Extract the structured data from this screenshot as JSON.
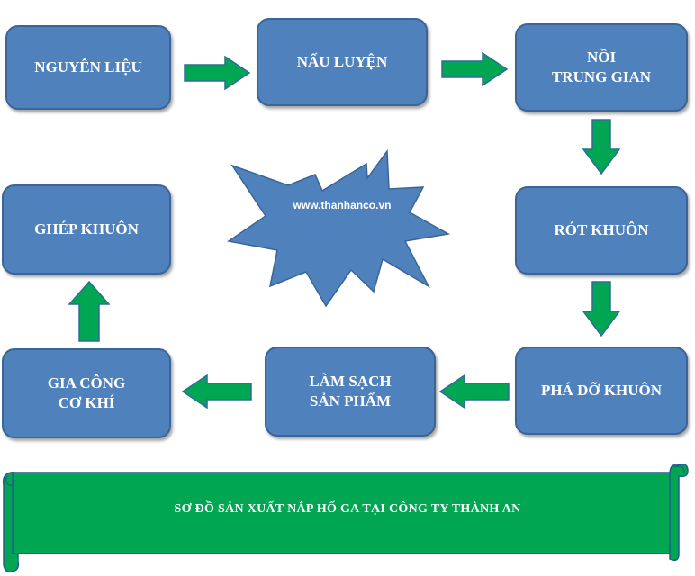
{
  "steps": {
    "nguyen_lieu": "NGUYÊN LIỆU",
    "nau_luyen": "NẤU LUYỆN",
    "noi_line1": "NỒI",
    "noi_line2": "TRUNG GIAN",
    "rot_khuon": "RÓT KHUÔN",
    "pha_do_khuon": "PHÁ DỠ KHUÔN",
    "lam_sach_line1": "LÀM SẠCH",
    "lam_sach_line2": "SẢN PHẨM",
    "gia_cong_line1": "GIA CÔNG",
    "gia_cong_line2": "CƠ KHÍ",
    "ghep_khuon": "GHÉP KHUÔN"
  },
  "center_label": "www.thanhanco.vn",
  "banner_text": "SƠ ĐỒ SẢN XUẤT  NẮP HỐ GA TẠI CÔNG TY THÀNH AN",
  "colors": {
    "box": "#4f81bd",
    "arrow": "#00a651",
    "banner": "#00a651",
    "star": "#4f81bd"
  }
}
